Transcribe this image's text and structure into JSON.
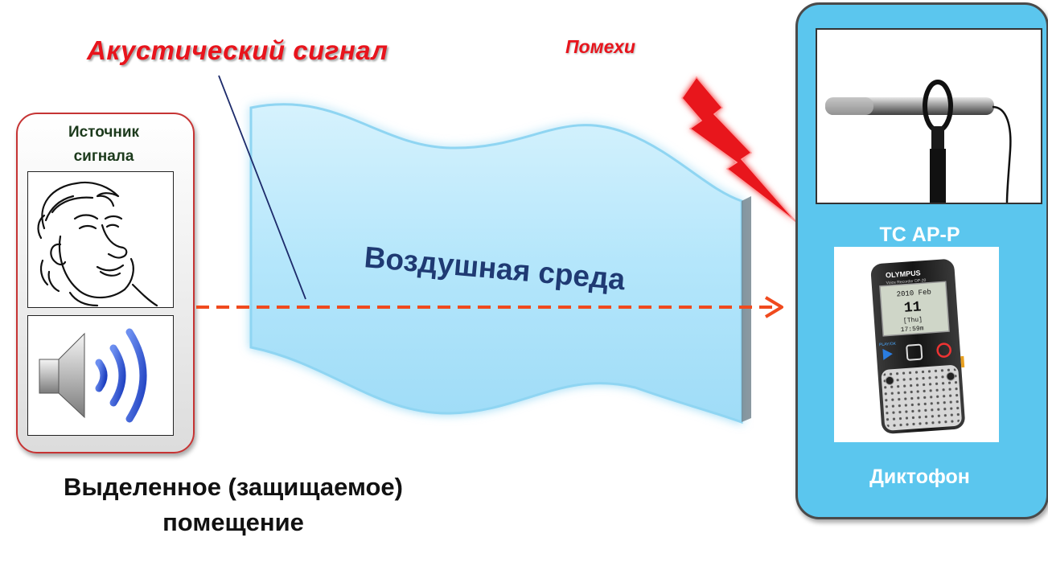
{
  "labels": {
    "acoustic_signal": "Акустический сигнал",
    "noise": "Помехи",
    "medium": "Воздушная среда",
    "source_line1": "Источник",
    "source_line2": "сигнала",
    "room_line1": "Выделенное (защищаемое)",
    "room_line2": "помещение",
    "device_type": "ТС АР-Р",
    "device_name": "Диктофон"
  },
  "recorder_screen": {
    "brand": "OLYMPUS",
    "model": "Voice Recorder DP-20",
    "date": "2010 Feb",
    "day": "11",
    "weekday": "[Thu]",
    "time": "17:59m",
    "button_label": "PLAY/OK"
  },
  "colors": {
    "accent_red": "#e8141c",
    "arrow_orange": "#f04a1e",
    "receiver_blue": "#5bc6ee",
    "medium_blue": "#b8e8fb",
    "medium_text": "#1f3a73"
  },
  "icons": {
    "face": "cartoon-face-icon",
    "speaker": "speaker-icon",
    "lightning": "lightning-icon",
    "microphone": "microphone-icon",
    "recorder": "voice-recorder-icon"
  }
}
